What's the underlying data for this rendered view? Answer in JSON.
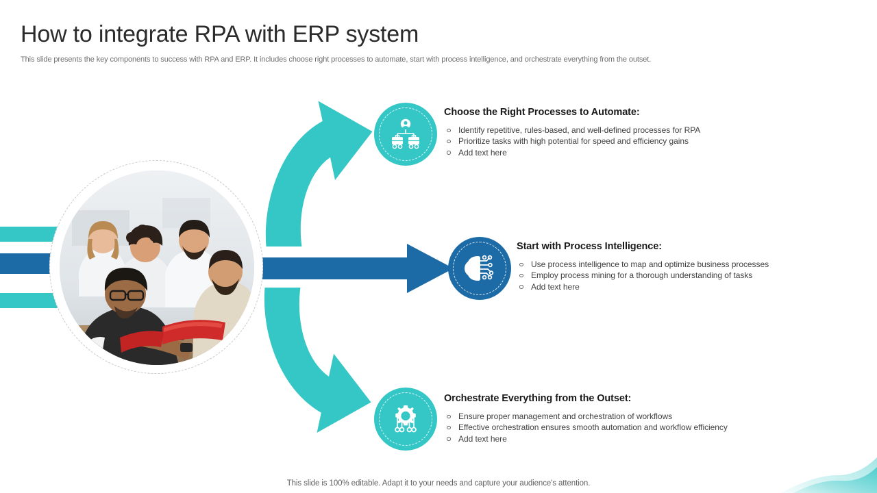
{
  "slide": {
    "title": "How to integrate RPA with ERP system",
    "subtitle": "This slide presents the key components to success with RPA and ERP. It includes choose right processes to automate, start with process intelligence, and orchestrate everything from the outset.",
    "footer": "This slide is 100% editable. Adapt it to your needs and capture your audience's attention."
  },
  "colors": {
    "teal": "#35c6c6",
    "blue": "#1d6ba6",
    "title_text": "#2b2b2b",
    "body_text": "#3f3f3f",
    "subtitle_text": "#6d6d6d"
  },
  "photo": {
    "alt": "business team collaborating around a table reviewing documents"
  },
  "steps": [
    {
      "icon": "rpa-org-chart-icon",
      "accent": "#35c6c6",
      "arrow": "curved-up-arrow",
      "heading": "Choose the Right Processes to Automate:",
      "bullets": [
        "Identify repetitive, rules-based, and well-defined processes for RPA",
        "Prioritize tasks with high potential for speed and efficiency gains",
        "Add text here"
      ]
    },
    {
      "icon": "brain-circuit-icon",
      "accent": "#1d6ba6",
      "arrow": "straight-right-arrow",
      "heading": "Start with Process Intelligence:",
      "bullets": [
        "Use process intelligence to map and optimize business processes",
        "Employ process mining for a thorough understanding of tasks",
        "Add text here"
      ]
    },
    {
      "icon": "gear-orchestration-icon",
      "accent": "#35c6c6",
      "arrow": "curved-down-arrow",
      "heading": "Orchestrate Everything from the Outset:",
      "bullets": [
        "Ensure proper management and orchestration of workflows",
        "Effective orchestration ensures smooth automation and workflow efficiency",
        "Add text here"
      ]
    }
  ]
}
